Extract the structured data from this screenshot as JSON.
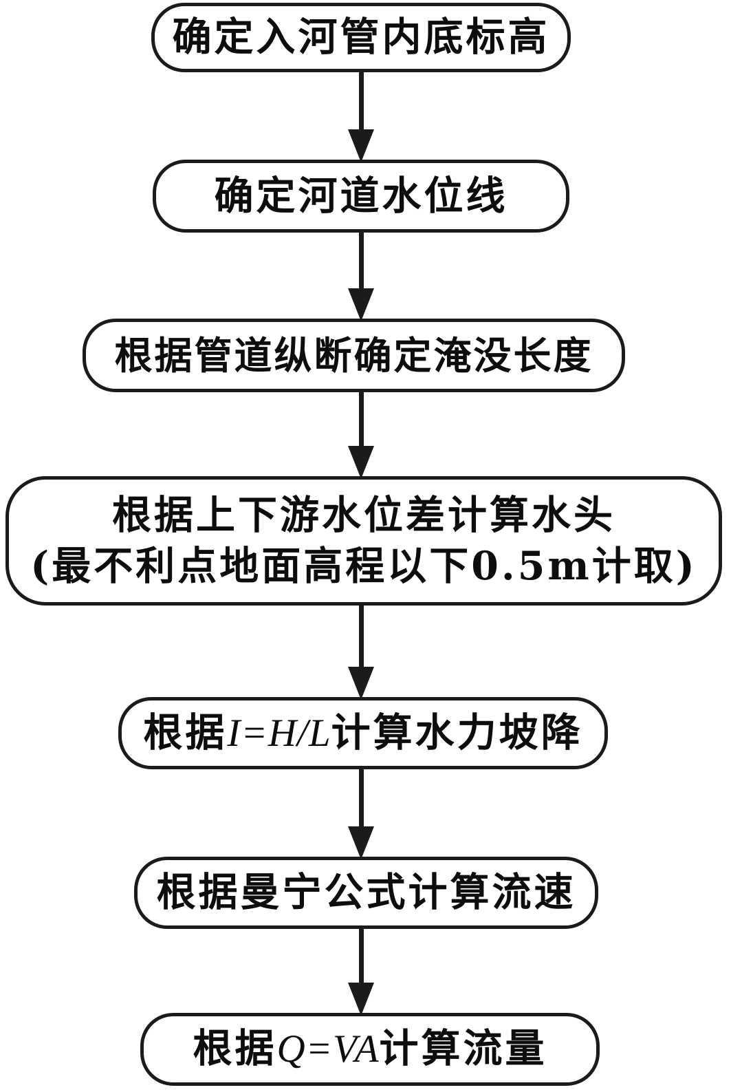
{
  "figure": {
    "background_color": "#ffffff",
    "stroke_color": "#1b1b1b",
    "text_color": "#0d0d0d",
    "direction": "top-to-bottom"
  },
  "flowchart": {
    "nodes": [
      {
        "id": "step-1",
        "text": "确定入河管内底标高"
      },
      {
        "id": "step-2",
        "text": "确定河道水位线"
      },
      {
        "id": "step-3",
        "text": "根据管道纵断确定淹没长度"
      },
      {
        "id": "step-4",
        "line1": "根据上下游水位差计算水头",
        "line2": "(最不利点地面高程以下0.5m计取)"
      },
      {
        "id": "step-5",
        "prefix": "根据",
        "formula": "I=H/L",
        "suffix": "计算水力坡降"
      },
      {
        "id": "step-6",
        "text": "根据曼宁公式计算流速"
      },
      {
        "id": "step-7",
        "prefix": "根据",
        "formula": "Q=VA",
        "suffix": "计算流量"
      }
    ],
    "connector_style": "solid-line-filled-triangle-arrow"
  }
}
